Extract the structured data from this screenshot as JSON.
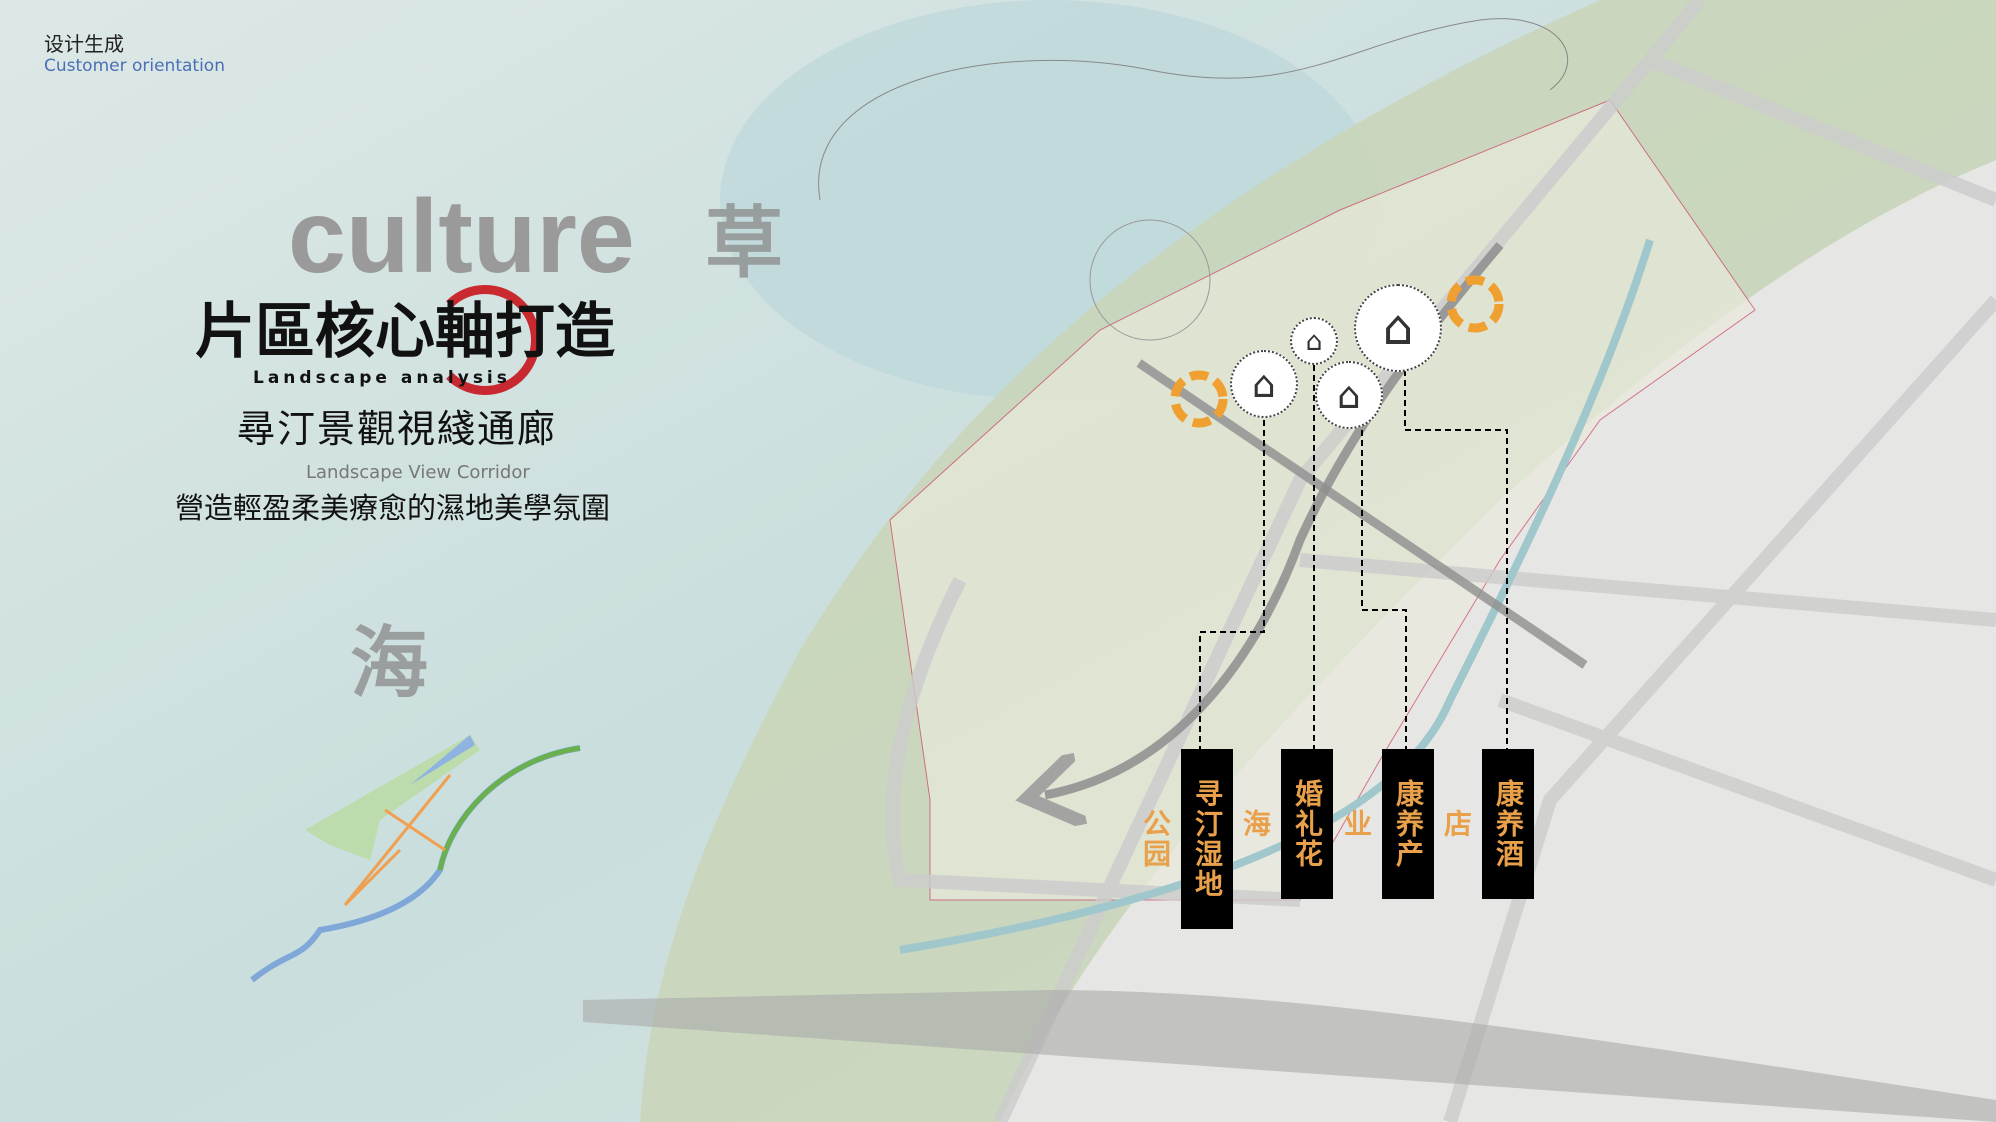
{
  "header": {
    "section_cn": "设计生成",
    "section_en": "Customer orientation"
  },
  "hero": {
    "watermark": "culture",
    "title": "片區核心軸打造",
    "title_en": "Landscape analysis",
    "subtitle": "尋汀景觀視綫通廊",
    "subtitle_en": "Landscape View Corridor",
    "tagline": "營造輕盈柔美療愈的濕地美學氛圍"
  },
  "decor": {
    "char_grass": "草",
    "char_sea": "海"
  },
  "map": {
    "labels": [
      "寻汀湿地公园",
      "婚礼花海",
      "康养产业",
      "康养酒店"
    ],
    "node_icon": "house-icon"
  },
  "colors": {
    "accent_red": "#c8161d",
    "label_text": "#e9a04a",
    "label_bg": "#000000",
    "blue_text": "#4a6fb5",
    "orange_ring": "#f0a030"
  }
}
